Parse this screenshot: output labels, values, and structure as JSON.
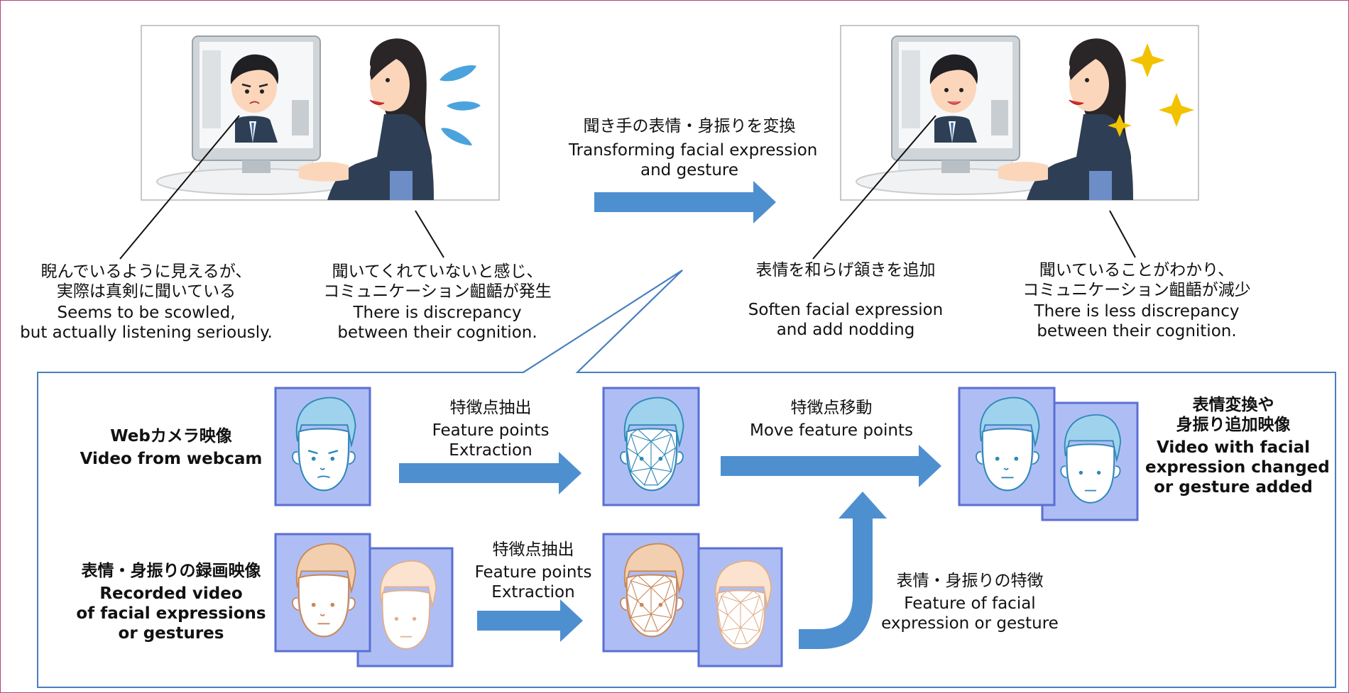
{
  "top": {
    "transform_label": {
      "ja": "聞き手の表情・身振りを変換",
      "en1": "Transforming facial expression",
      "en2": "and gesture"
    },
    "left_listener_caption": {
      "ja1": "睨んでいるように見えるが、",
      "ja2": "実際は真剣に聞いている",
      "en1": "Seems to be scowled,",
      "en2": "but actually listening seriously."
    },
    "left_speaker_caption": {
      "ja1": "聞いてくれていないと感じ、",
      "ja2": "コミュニケーション齟齬が発生",
      "en1": "There is discrepancy",
      "en2": "between their cognition."
    },
    "right_listener_caption": {
      "ja1": "表情を和らげ頷きを追加",
      "en1": "Soften facial expression",
      "en2": "and add nodding"
    },
    "right_speaker_caption": {
      "ja1": "聞いていることがわかり、",
      "ja2": "コミュニケーション齟齬が減少",
      "en1": "There is less discrepancy",
      "en2": "between their cognition."
    }
  },
  "pipeline": {
    "webcam_label": {
      "ja": "Webカメラ映像",
      "en": "Video from webcam"
    },
    "recorded_label": {
      "ja": "表情・身振りの録画映像",
      "en1": "Recorded video",
      "en2": "of facial expressions",
      "en3": "or gestures"
    },
    "extraction_top": {
      "ja": "特徴点抽出",
      "en1": "Feature points",
      "en2": "Extraction"
    },
    "extraction_bottom": {
      "ja": "特徴点抽出",
      "en1": "Feature points",
      "en2": "Extraction"
    },
    "move_points": {
      "ja": "特徴点移動",
      "en": "Move feature points"
    },
    "feature_of": {
      "ja": "表情・身振りの特徴",
      "en1": "Feature of facial",
      "en2": "expression or gesture"
    },
    "output_label": {
      "ja1": "表情変換や",
      "ja2": "身振り追加映像",
      "en1": "Video with facial",
      "en2": "expression changed",
      "en3": "or gesture added"
    }
  },
  "colors": {
    "arrow": "#4e8fd0",
    "card_fill": "#aebef5",
    "card_border": "#5b6fd3",
    "panel_border": "#4a7fbf",
    "face_blue_hair": "#9fd2ec",
    "face_blue_line": "#2f88b8",
    "face_orange_hair": "#f2cfae",
    "face_orange_line": "#c8885a"
  },
  "icons": [
    "video-call-illustration",
    "listener-face-icon",
    "speaker-woman-icon",
    "sweat-drops-icon",
    "sparkle-stars-icon",
    "face-icon",
    "face-mesh-icon",
    "arrow-right-icon",
    "arrow-up-icon"
  ]
}
